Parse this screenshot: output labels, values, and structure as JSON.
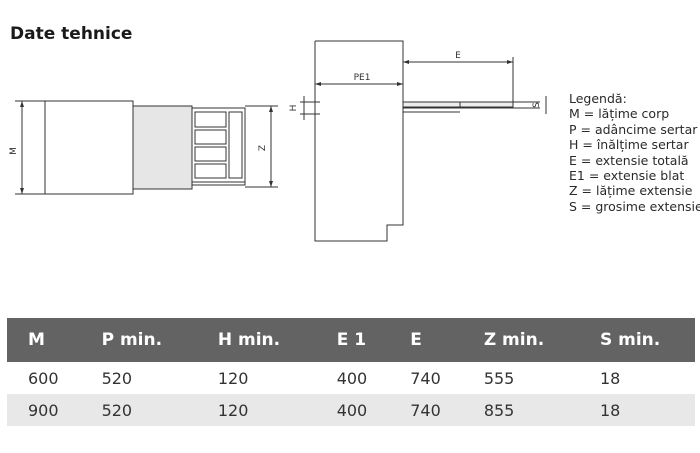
{
  "title": "Date tehnice",
  "diagram_labels": {
    "m": "M",
    "z": "Z",
    "h": "H",
    "pe1": "PE1",
    "e": "E",
    "s": "S"
  },
  "legend": {
    "heading": "Legendă:",
    "items": [
      "M = lățime corp",
      "P = adâncime sertar",
      "H = înălțime sertar",
      "E = extensie totală",
      "E1 = extensie blat",
      "Z = lățime extensie",
      "S = grosime extensie"
    ]
  },
  "table": {
    "headers": [
      "M",
      "P min.",
      "H min.",
      "E 1",
      "E",
      "Z min.",
      "S min."
    ],
    "rows": [
      [
        "600",
        "520",
        "120",
        "400",
        "740",
        "555",
        "18"
      ],
      [
        "900",
        "520",
        "120",
        "400",
        "740",
        "855",
        "18"
      ]
    ]
  }
}
